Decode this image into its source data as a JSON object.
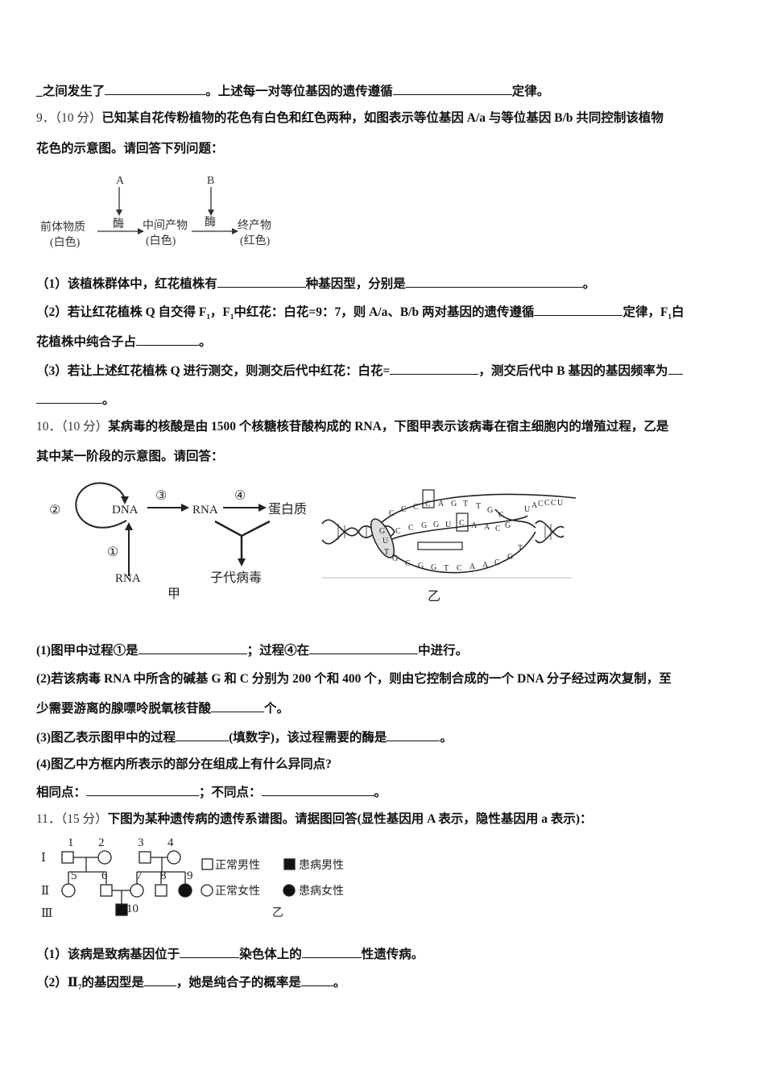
{
  "q8_tail": {
    "text1": "_之间发生了",
    "text2": "。上述每一对等位基因的遗传遵循",
    "text3": "定律。"
  },
  "q9": {
    "number": "9．",
    "score": "（10 分）",
    "stem_line1": "已知某自花传粉植物的花色有白色和红色两种，如图表示等位基因 A/a 与等位基因 B/b 共同控制该植物",
    "stem_line2": "花色的示意图。请回答下列问题：",
    "figure": {
      "gene_a": "A",
      "gene_b": "B",
      "enzyme": "酶",
      "precursor": "前体物质",
      "precursor_color": "(白色)",
      "intermediate": "中间产物",
      "intermediate_color": "(白色)",
      "final": "终产物",
      "final_color": "(红色)"
    },
    "sub1": {
      "a": "（1）该植株群体中，红花植株有",
      "b": "种基因型，分别是",
      "c": "。"
    },
    "sub2": {
      "a": "（2）若让红花植株 Q 自交得 F",
      "sub1": "1",
      "b": "，F",
      "sub2": "1",
      "c": "中红花：白花=9：7，则 A/a、B/b 两对基因的遗传遵循",
      "d": "定律，F",
      "sub3": "1",
      "e": "白",
      "line2a": "花植株中纯合子占",
      "line2b": "。"
    },
    "sub3": {
      "a": "（3）若让上述红花植株 Q 进行测交，则测交后代中红花：白花=",
      "b": "，测交后代中 B 基因的基因频率为",
      "c": "。"
    }
  },
  "q10": {
    "number": "10．",
    "score": "（10 分）",
    "stem_line1": "某病毒的核酸是由 1500 个核糖核苷酸构成的 RNA，下图甲表示该病毒在宿主细胞内的增殖过程，乙是",
    "stem_line2": "其中某一阶段的示意图。请回答：",
    "fig_jia": {
      "label": "甲",
      "step1": "①",
      "step2": "②",
      "step3": "③",
      "step4": "④",
      "dna": "DNA",
      "rna_mid": "RNA",
      "rna_bottom": "RNA",
      "protein": "蛋白质",
      "offspring": "子代病毒"
    },
    "fig_yi": {
      "label": "乙",
      "top_strand": [
        "C",
        "C",
        "C",
        "C",
        "A",
        "G",
        "T",
        "T",
        "G",
        "C"
      ],
      "middle_strand": [
        "C",
        "C",
        "G",
        "G",
        "U",
        "C",
        "A",
        "A",
        "C",
        "G"
      ],
      "bottom_strand": [
        "T",
        "G",
        "C",
        "G",
        "G",
        "T",
        "C",
        "A",
        "A",
        "C",
        "G",
        "T"
      ],
      "rna_tail": [
        "U",
        "A",
        "C",
        "C",
        "C",
        "U"
      ],
      "ellipse_letters": [
        "G",
        "U"
      ]
    },
    "sub1": {
      "a": "(1)图甲中过程①是",
      "b": "；过程④在",
      "c": "中进行。"
    },
    "sub2": {
      "line1": "(2)若该病毒 RNA 中所含的碱基 G 和 C 分别为 200 个和 400 个，则由它控制合成的一个 DNA 分子经过两次复制，至",
      "line2a": "少需要游离的腺嘌呤脱氧核苷酸",
      "line2b": "个。"
    },
    "sub3": {
      "a": "(3)图乙表示图甲中的过程",
      "b": "(填数字)，该过程需要的酶是",
      "c": "。"
    },
    "sub4": {
      "q": "(4)图乙中方框内所表示的部分在组成上有什么异同点?",
      "same": "相同点：",
      "sep": "；不同点：",
      "end": "。"
    }
  },
  "q11": {
    "number": "11．",
    "score": "（15 分）",
    "stem": "下图为某种遗传病的遗传系谱图。请据图回答(显性基因用 A 表示，隐性基因用 a 表示)：",
    "pedigree": {
      "gen1": "Ⅰ",
      "gen2": "Ⅱ",
      "gen3": "Ⅲ",
      "ids": [
        "1",
        "2",
        "3",
        "4",
        "5",
        "6",
        "7",
        "8",
        "9",
        "10"
      ],
      "legend_normal_male": "正常男性",
      "legend_affected_male": "患病男性",
      "legend_normal_female": "正常女性",
      "legend_affected_female": "患病女性",
      "label": "乙"
    },
    "sub1": {
      "a": "（1）该病是致病基因位于",
      "b": "染色体上的",
      "c": "性遗传病。"
    },
    "sub2": {
      "a": "（2）Ⅱ",
      "sub": "7",
      "b": "的基因型是",
      "c": "，她是纯合子的概率是",
      "d": "。"
    }
  }
}
